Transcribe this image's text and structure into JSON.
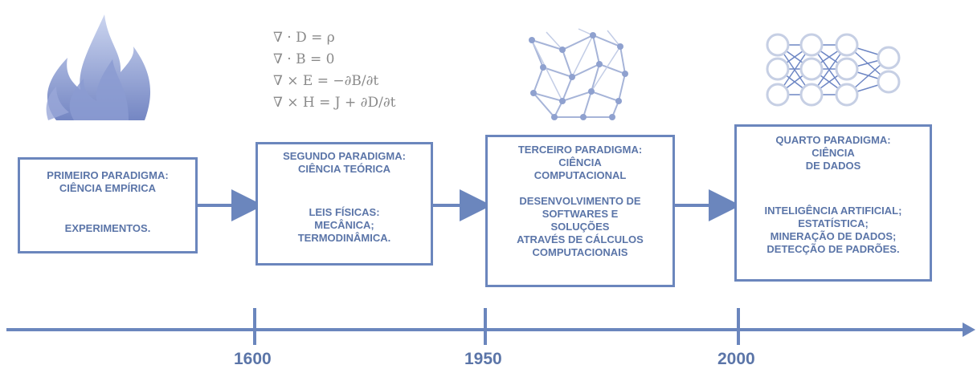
{
  "boxes": [
    {
      "title": [
        "PRIMEIRO PARADIGMA:",
        "CIÊNCIA EMPÍRICA"
      ],
      "body": [
        "EXPERIMENTOS."
      ]
    },
    {
      "title": [
        "SEGUNDO PARADIGMA:",
        "CIÊNCIA TEÓRICA"
      ],
      "body": [
        "LEIS FÍSICAS:",
        "MECÂNICA;",
        "TERMODINÂMICA."
      ]
    },
    {
      "title": [
        "TERCEIRO PARADIGMA:",
        "CIÊNCIA",
        "COMPUTACIONAL"
      ],
      "body": [
        "DESENVOLVIMENTO DE",
        "SOFTWARES E",
        "SOLUÇÕES",
        "ATRAVÉS DE CÁLCULOS",
        "COMPUTACIONAIS"
      ]
    },
    {
      "title": [
        "QUARTO PARADIGMA:",
        "CIÊNCIA",
        "DE DADOS"
      ],
      "body": [
        "INTELIGÊNCIA ARTIFICIAL;",
        "ESTATÍSTICA;",
        "MINERAÇÃO DE DADOS;",
        "DETECÇÃO DE PADRÕES."
      ]
    }
  ],
  "timeline": {
    "years": [
      "1600",
      "1950",
      "2000"
    ]
  },
  "equations": [
    "∇ · D = ρ",
    "∇ · B = 0",
    "∇ × E = −∂B/∂t",
    "∇ × H = J + ∂D/∂t"
  ],
  "icons": [
    "fire-icon",
    "maxwell-equations",
    "crystal-lattice-icon",
    "neural-network-icon"
  ],
  "colors": {
    "accent": "#6b86bd",
    "text": "#5b75a8"
  }
}
